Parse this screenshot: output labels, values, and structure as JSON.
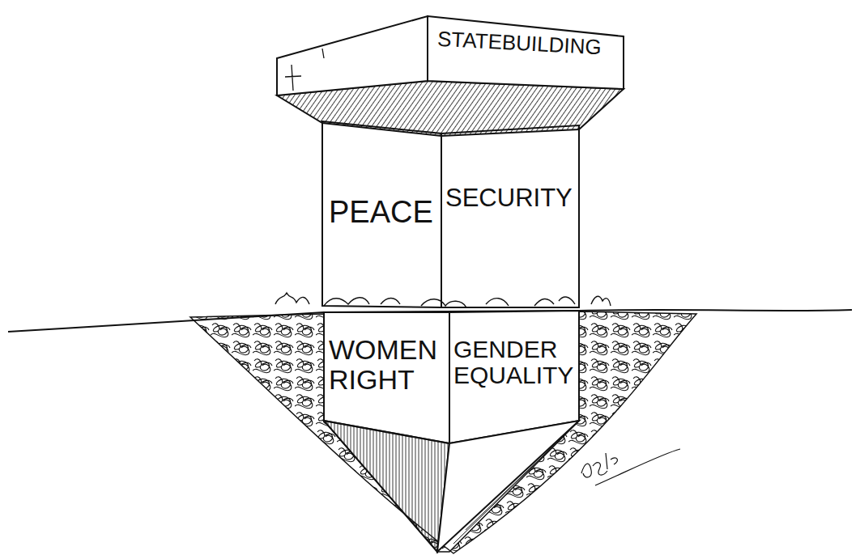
{
  "diagram": {
    "nodes": [
      {
        "text": [
          "STATEBUILDING"
        ]
      },
      {
        "text": [
          "PEACE",
          "SECURITY"
        ]
      },
      {
        "text": [
          "WOMEN RIGHT",
          "GENDER EQUALITY"
        ]
      }
    ]
  }
}
